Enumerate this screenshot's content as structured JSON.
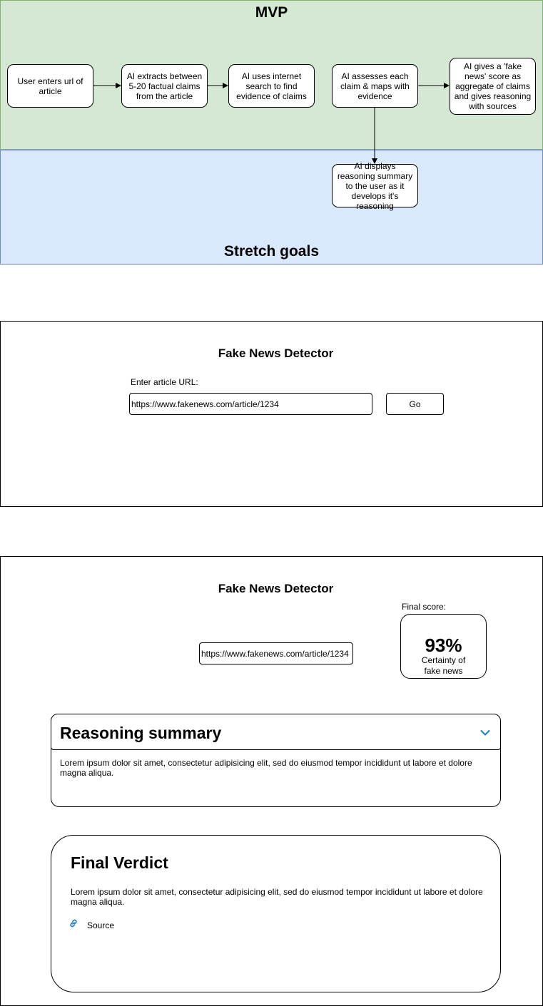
{
  "diagram": {
    "lanes": {
      "mvp_title": "MVP",
      "stretch_title": "Stretch goals"
    },
    "nodes": {
      "user_url": "User enters url of article",
      "extract_claims": "AI extracts between 5-20 factual claims from the article",
      "search_evidence": "AI uses internet search to find evidence of claims",
      "assess_claims": "AI assesses each claim & maps with evidence",
      "fake_score": "AI gives a 'fake news' score as aggregate of claims and gives reasoning with sources",
      "display_reasoning": "AI displays reasoning summary to the user as it develops it's reasoning"
    }
  },
  "mockup_input": {
    "title": "Fake News Detector",
    "url_label": "Enter article URL:",
    "url_value": "https://www.fakenews.com/article/1234",
    "go_label": "Go"
  },
  "mockup_result": {
    "title": "Fake News Detector",
    "url_value": "https://www.fakenews.com/article/1234",
    "score_label": "Final score:",
    "score_value": "93%",
    "score_caption_1": "Certainty of",
    "score_caption_2": "fake news",
    "reasoning": {
      "title": "Reasoning summary",
      "text": "Lorem ipsum dolor sit amet, consectetur adipisicing elit, sed do eiusmod tempor incididunt ut labore et dolore magna aliqua."
    },
    "verdict": {
      "title": "Final Verdict",
      "text": "Lorem ipsum dolor sit amet, consectetur adipisicing elit, sed do eiusmod tempor incididunt ut labore et dolore magna aliqua.",
      "source_label": "Source"
    },
    "accent_color": "#1a7fc1",
    "icons": {
      "chevron": "chevron-down-icon",
      "link": "link-icon"
    }
  }
}
